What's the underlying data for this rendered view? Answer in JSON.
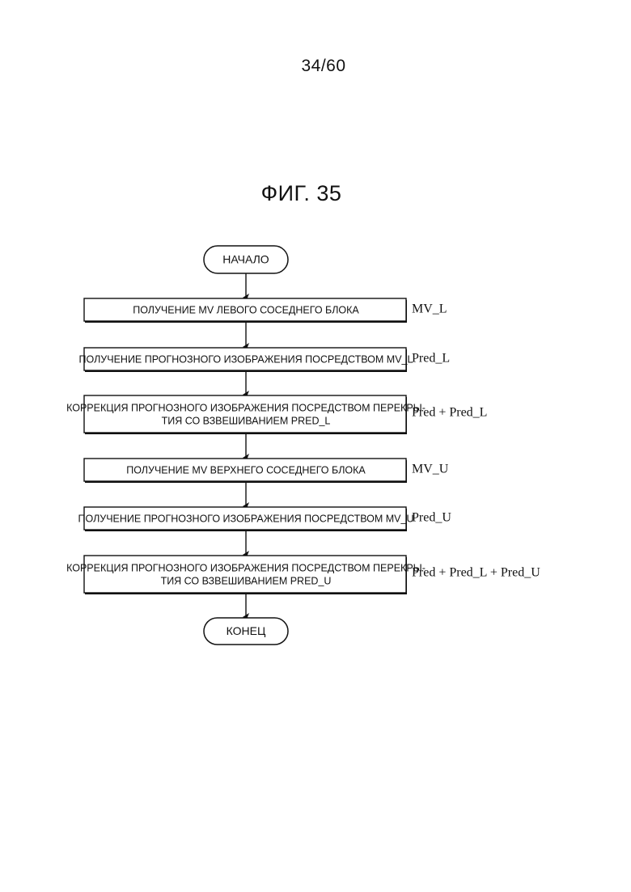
{
  "page_number": "34/60",
  "figure_title": "ФИГ. 35",
  "flowchart": {
    "start": "НАЧАЛО",
    "end": "КОНЕЦ",
    "steps": [
      {
        "lines": [
          "ПОЛУЧЕНИЕ MV ЛЕВОГО СОСЕДНЕГО БЛОКА"
        ],
        "output": "MV_L"
      },
      {
        "lines": [
          "ПОЛУЧЕНИЕ ПРОГНОЗНОГО ИЗОБРАЖЕНИЯ ПОСРЕДСТВОМ MV_L"
        ],
        "output": "Pred_L"
      },
      {
        "lines": [
          "КОРРЕКЦИЯ ПРОГНОЗНОГО ИЗОБРАЖЕНИЯ ПОСРЕДСТВОМ ПЕРЕКРЫ-",
          "ТИЯ СО ВЗВЕШИВАНИЕМ PRED_L"
        ],
        "output": "Pred + Pred_L"
      },
      {
        "lines": [
          "ПОЛУЧЕНИЕ MV ВЕРХНЕГО СОСЕДНЕГО БЛОКА"
        ],
        "output": "MV_U"
      },
      {
        "lines": [
          "ПОЛУЧЕНИЕ ПРОГНОЗНОГО ИЗОБРАЖЕНИЯ ПОСРЕДСТВОМ MV_U"
        ],
        "output": "Pred_U"
      },
      {
        "lines": [
          "КОРРЕКЦИЯ ПРОГНОЗНОГО ИЗОБРАЖЕНИЯ ПОСРЕДСТВОМ ПЕРЕКРЫ-",
          "ТИЯ СО ВЗВЕШИВАНИЕМ PRED_U"
        ],
        "output": "Pred + Pred_L + Pred_U"
      }
    ]
  }
}
